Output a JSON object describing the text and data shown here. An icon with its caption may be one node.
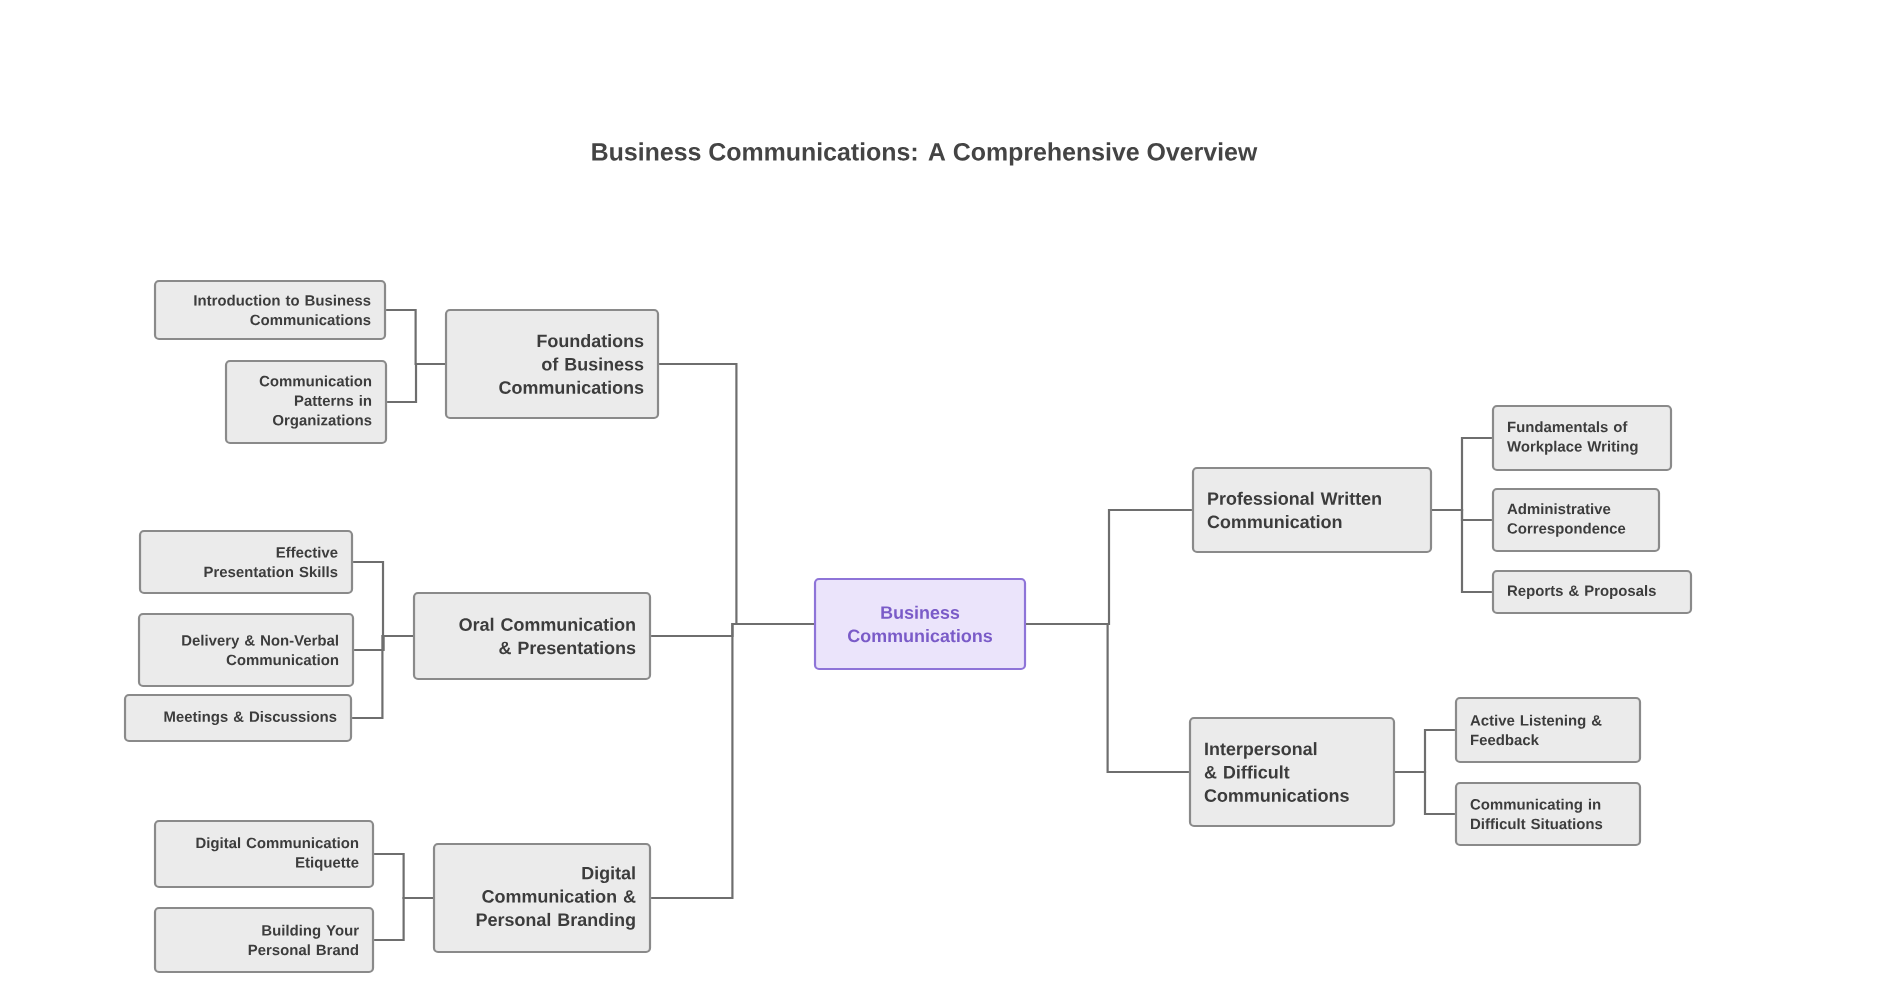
{
  "diagram": {
    "title": "Business Communications: A Comprehensive Overview",
    "nodes": [
      {
        "text": [
          "Business Communications"
        ]
      },
      {
        "text": [
          "Foundations of Business Communications"
        ]
      },
      {
        "text": [
          "Introduction to Business Communications"
        ]
      },
      {
        "text": [
          "Communication Patterns in Organizations"
        ]
      },
      {
        "text": [
          "Oral Communication & Presentations"
        ]
      },
      {
        "text": [
          "Effective Presentation Skills"
        ]
      },
      {
        "text": [
          "Delivery & Non-Verbal Communication"
        ]
      },
      {
        "text": [
          "Meetings & Discussions"
        ]
      },
      {
        "text": [
          "Digital Communication & Personal Branding"
        ]
      },
      {
        "text": [
          "Digital Communication Etiquette"
        ]
      },
      {
        "text": [
          "Building Your Personal Brand"
        ]
      },
      {
        "text": [
          "Professional Written Communication"
        ]
      },
      {
        "text": [
          "Fundamentals of Workplace Writing"
        ]
      },
      {
        "text": [
          "Administrative Correspondence"
        ]
      },
      {
        "text": [
          "Reports & Proposals"
        ]
      },
      {
        "text": [
          "Interpersonal & Difficult Communications"
        ]
      },
      {
        "text": [
          "Active Listening & Feedback"
        ]
      },
      {
        "text": [
          "Communicating in Difficult Situations"
        ]
      }
    ],
    "edges": [
      {
        "from": 0,
        "to": 1,
        "arrow": "none"
      },
      {
        "from": 0,
        "to": 4,
        "arrow": "none"
      },
      {
        "from": 0,
        "to": 8,
        "arrow": "none"
      },
      {
        "from": 0,
        "to": 11,
        "arrow": "none"
      },
      {
        "from": 0,
        "to": 15,
        "arrow": "none"
      },
      {
        "from": 1,
        "to": 2,
        "arrow": "none"
      },
      {
        "from": 1,
        "to": 3,
        "arrow": "none"
      },
      {
        "from": 4,
        "to": 5,
        "arrow": "none"
      },
      {
        "from": 4,
        "to": 6,
        "arrow": "none"
      },
      {
        "from": 4,
        "to": 7,
        "arrow": "none"
      },
      {
        "from": 8,
        "to": 9,
        "arrow": "none"
      },
      {
        "from": 8,
        "to": 10,
        "arrow": "none"
      },
      {
        "from": 11,
        "to": 12,
        "arrow": "none"
      },
      {
        "from": 11,
        "to": 13,
        "arrow": "none"
      },
      {
        "from": 11,
        "to": 14,
        "arrow": "none"
      },
      {
        "from": 15,
        "to": 16,
        "arrow": "none"
      },
      {
        "from": 15,
        "to": 17,
        "arrow": "none"
      }
    ]
  }
}
